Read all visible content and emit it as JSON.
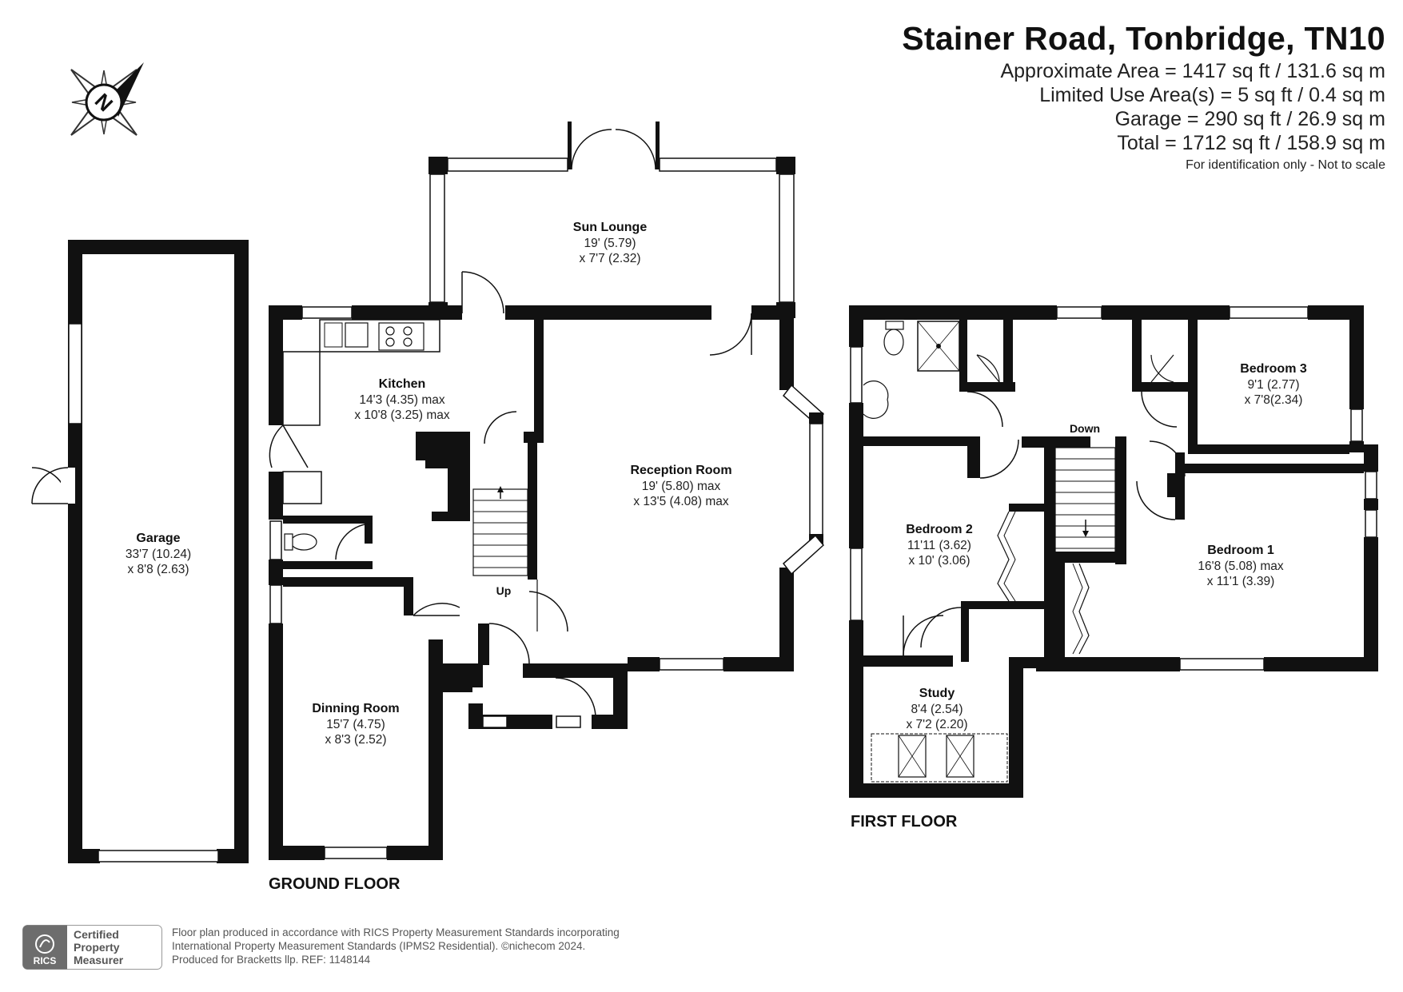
{
  "header": {
    "title": "Stainer Road, Tonbridge, TN10",
    "approx_area": "Approximate Area = 1417 sq ft / 131.6 sq m",
    "limited_use": "Limited Use Area(s) = 5 sq ft / 0.4 sq m",
    "garage": "Garage = 290 sq ft / 26.9 sq m",
    "total": "Total = 1712 sq ft / 158.9 sq m",
    "note": "For identification only - Not to scale"
  },
  "compass": {
    "letter": "N"
  },
  "rooms": {
    "garage": {
      "name": "Garage",
      "dim1": "33'7 (10.24)",
      "dim2": "x 8'8 (2.63)"
    },
    "sun_lounge": {
      "name": "Sun Lounge",
      "dim1": "19' (5.79)",
      "dim2": "x 7'7 (2.32)"
    },
    "kitchen": {
      "name": "Kitchen",
      "dim1": "14'3 (4.35) max",
      "dim2": "x 10'8 (3.25) max"
    },
    "reception": {
      "name": "Reception Room",
      "dim1": "19' (5.80) max",
      "dim2": "x 13'5 (4.08) max"
    },
    "dining": {
      "name": "Dinning Room",
      "dim1": "15'7 (4.75)",
      "dim2": "x 8'3 (2.52)"
    },
    "bedroom3": {
      "name": "Bedroom 3",
      "dim1": "9'1 (2.77)",
      "dim2": "x 7'8(2.34)"
    },
    "bedroom2": {
      "name": "Bedroom 2",
      "dim1": "11'11 (3.62)",
      "dim2": "x 10' (3.06)"
    },
    "bedroom1": {
      "name": "Bedroom 1",
      "dim1": "16'8 (5.08) max",
      "dim2": "x 11'1 (3.39)"
    },
    "study": {
      "name": "Study",
      "dim1": "8'4 (2.54)",
      "dim2": "x 7'2 (2.20)"
    }
  },
  "labels": {
    "up": "Up",
    "down": "Down",
    "ground_floor": "GROUND FLOOR",
    "first_floor": "FIRST FLOOR"
  },
  "footer": {
    "badge_org": "RICS",
    "badge_line1": "Certified",
    "badge_line2": "Property",
    "badge_line3": "Measurer",
    "line1": "Floor plan produced in accordance with RICS Property Measurement Standards incorporating",
    "line2": "International Property Measurement Standards (IPMS2 Residential).   ©nichecom 2024.",
    "line3": "Produced for Bracketts llp.   REF:  1148144"
  }
}
